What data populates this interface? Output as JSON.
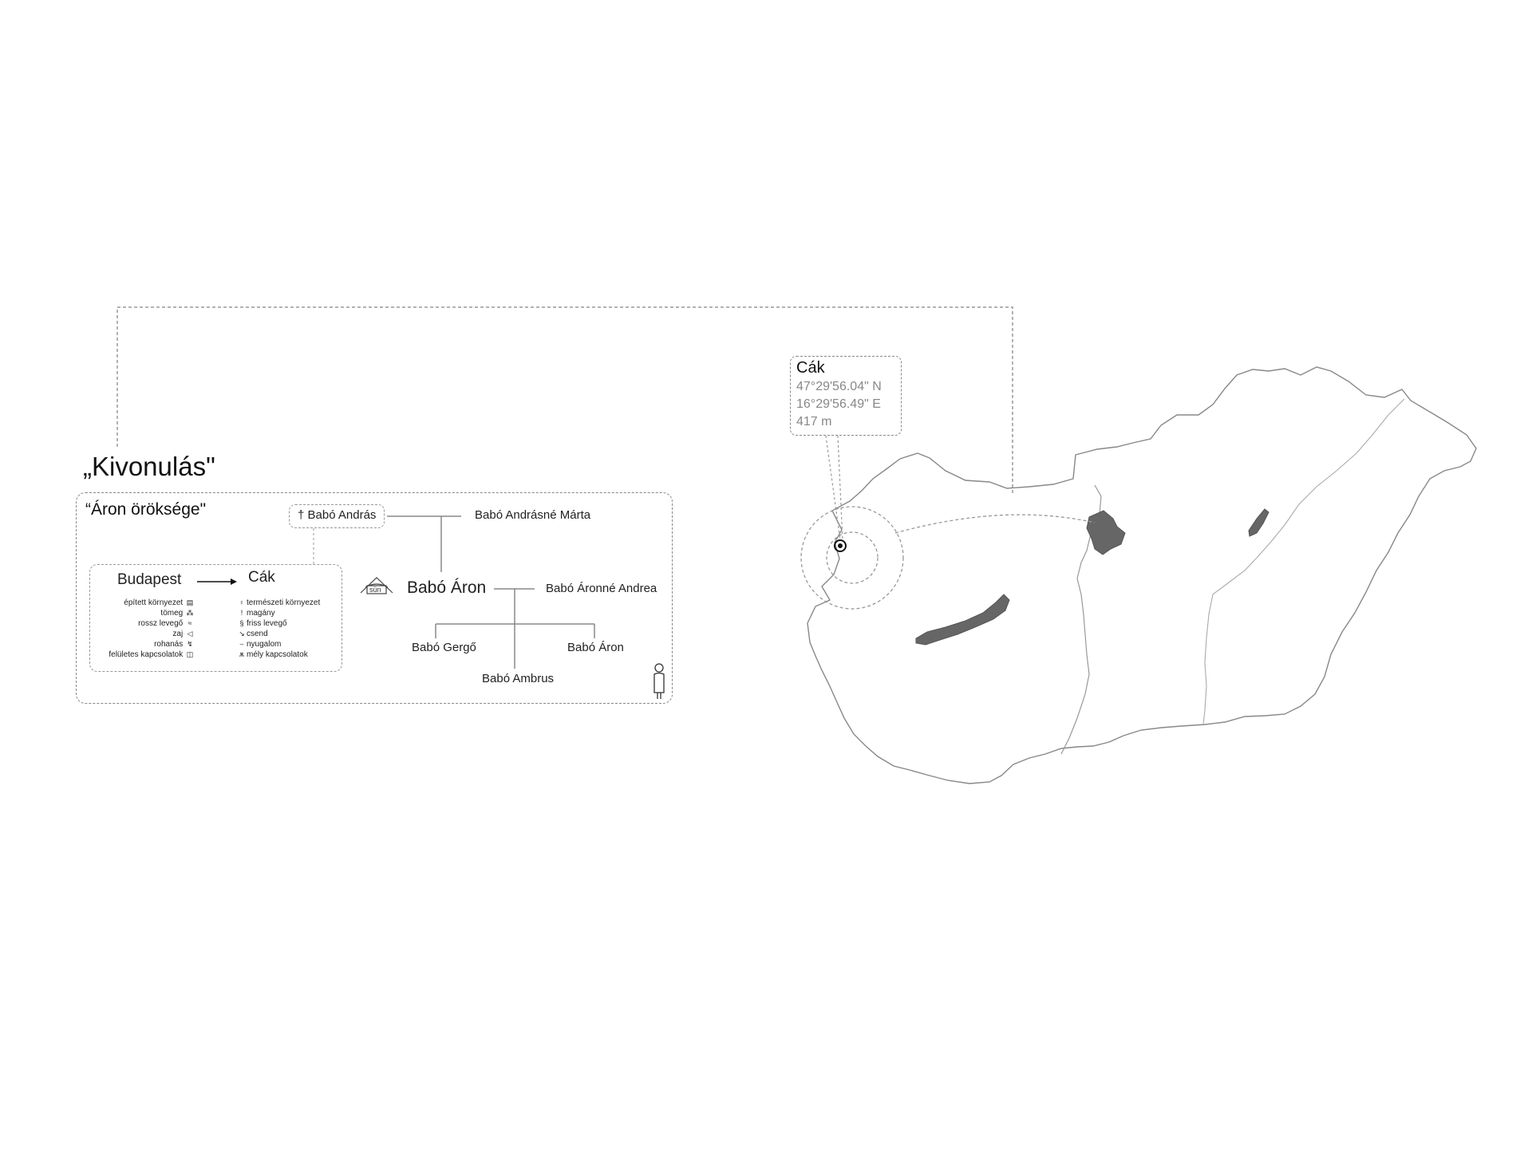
{
  "title": "„Kivonulás\"",
  "subtitle": "“Áron öröksége\"",
  "family": {
    "grandfather": "Babó András",
    "grandfather_symbol": "†",
    "grandmother": "Babó Andrásné Márta",
    "main_person": "Babó Áron",
    "wife": "Babó Áronné Andrea",
    "children": [
      "Babó Gergő",
      "Babó Áron",
      "Babó Ambrus"
    ],
    "tent_label": "sün"
  },
  "move": {
    "from": "Budapest",
    "to": "Cák",
    "from_items": [
      {
        "label": "épített környezet",
        "icon": "building-icon"
      },
      {
        "label": "tömeg",
        "icon": "crowd-icon"
      },
      {
        "label": "rossz levegő",
        "icon": "bad-air-icon"
      },
      {
        "label": "zaj",
        "icon": "noise-icon"
      },
      {
        "label": "rohanás",
        "icon": "rush-icon"
      },
      {
        "label": "felületes kapcsolatok",
        "icon": "shallow-relations-icon"
      }
    ],
    "to_items": [
      {
        "label": "természeti környezet",
        "icon": "tree-icon"
      },
      {
        "label": "magány",
        "icon": "person-icon"
      },
      {
        "label": "friss levegő",
        "icon": "fresh-air-icon"
      },
      {
        "label": "csend",
        "icon": "silence-icon"
      },
      {
        "label": "nyugalom",
        "icon": "calm-icon"
      },
      {
        "label": "mély kapcsolatok",
        "icon": "deep-relations-icon"
      }
    ]
  },
  "location": {
    "name": "Cák",
    "latitude": "47°29'56.04\" N",
    "longitude": "16°29'56.49\" E",
    "altitude": "417 m"
  },
  "colors": {
    "line": "#888888",
    "border": "#999999",
    "lake_fill": "#666666",
    "coord_text": "#888888"
  }
}
